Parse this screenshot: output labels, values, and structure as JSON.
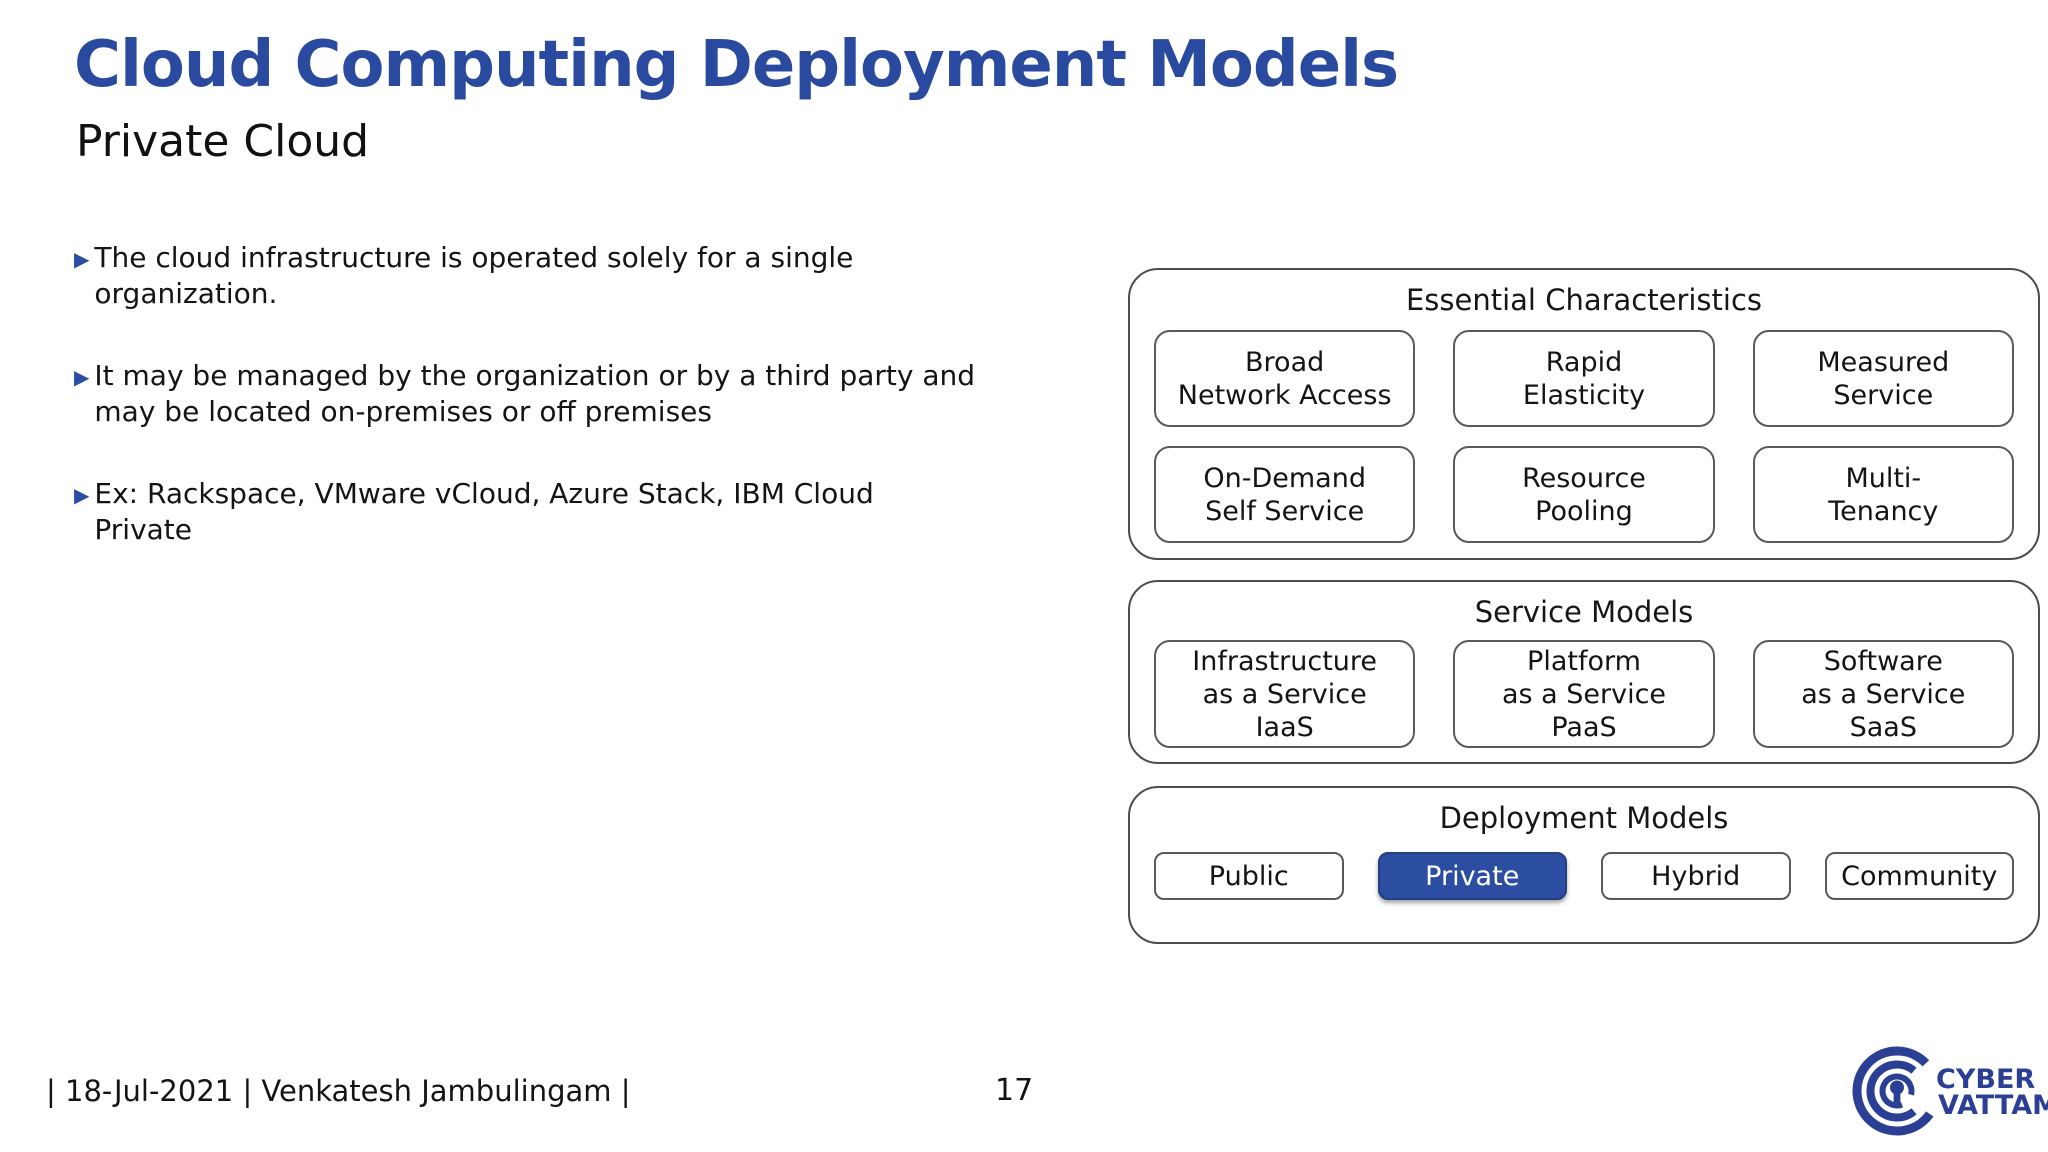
{
  "colors": {
    "title_blue": "#2a4aa0",
    "highlight_blue": "#2b4ea2",
    "logo_blue": "#2b3f94",
    "panel_border": "#4d4d4d",
    "box_border": "#595959",
    "text": "#141414"
  },
  "icons": {
    "bullet": "▶",
    "logo_mark": "cybervattam-concentric-keyhole"
  },
  "header": {
    "title": "Cloud Computing Deployment Models",
    "subtitle": "Private Cloud"
  },
  "bullets": [
    {
      "marker": "▶",
      "text": "The cloud infrastructure is operated solely for a single organization."
    },
    {
      "marker": "▶",
      "text": "It may be managed by the organization or by a third party and may be located on-premises or off premises"
    },
    {
      "marker": "▶",
      "text": "Ex: Rackspace, VMware vCloud, Azure Stack, IBM Cloud Private"
    }
  ],
  "diagram": {
    "essential": {
      "title": "Essential Characteristics",
      "boxes": [
        {
          "label": "Broad\nNetwork Access"
        },
        {
          "label": "Rapid\nElasticity"
        },
        {
          "label": "Measured\nService"
        },
        {
          "label": "On-Demand\nSelf Service"
        },
        {
          "label": "Resource\nPooling"
        },
        {
          "label": "Multi-\nTenancy"
        }
      ]
    },
    "service": {
      "title": "Service Models",
      "boxes": [
        {
          "label": "Infrastructure\nas a Service\nIaaS"
        },
        {
          "label": "Platform\nas a Service\nPaaS"
        },
        {
          "label": "Software\nas a Service\nSaaS"
        }
      ]
    },
    "deployment": {
      "title": "Deployment Models",
      "boxes": [
        {
          "label": "Public",
          "highlighted": false
        },
        {
          "label": "Private",
          "highlighted": true
        },
        {
          "label": "Hybrid",
          "highlighted": false
        },
        {
          "label": "Community",
          "highlighted": false
        }
      ]
    }
  },
  "footer": {
    "credits": "| 18-Jul-2021 | Venkatesh Jambulingam |",
    "page_number": "17"
  },
  "logo": {
    "line1": "CYBER",
    "line2": "VATTAM"
  }
}
